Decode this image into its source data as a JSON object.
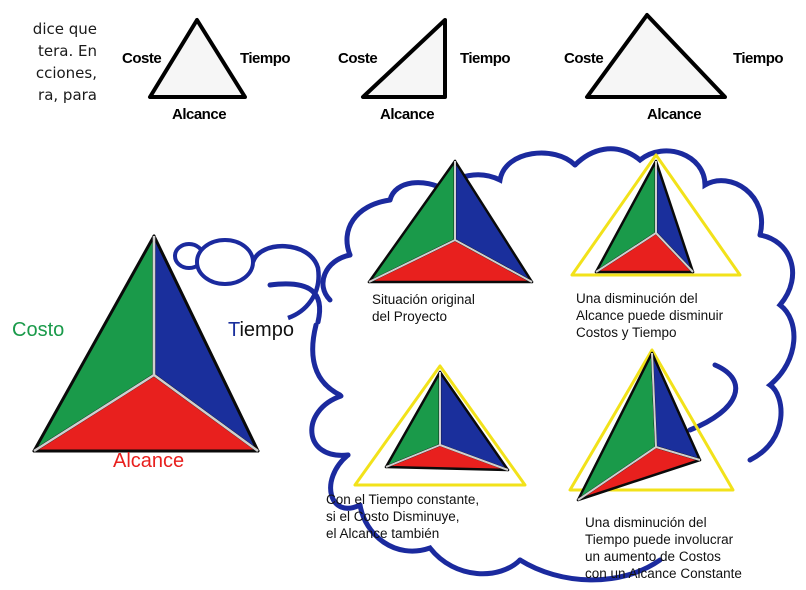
{
  "intro_lines": [
    "dice que",
    "tera. En",
    "cciones,",
    "ra, para"
  ],
  "top_triangles": [
    {
      "left": "Coste",
      "right": "Tiempo",
      "bottom": "Alcance"
    },
    {
      "left": "Coste",
      "right": "Tiempo",
      "bottom": "Alcance"
    },
    {
      "left": "Coste",
      "right": "Tiempo",
      "bottom": "Alcance"
    }
  ],
  "big_triangle": {
    "costo": "Costo",
    "tiempo_initial": "T",
    "tiempo_rest": "iempo",
    "alcance": "Alcance"
  },
  "scenarios": [
    {
      "caption": "Situación original\ndel Proyecto"
    },
    {
      "caption": "Una disminución del\nAlcance puede disminuir\nCostos y Tiempo"
    },
    {
      "caption": "Con el Tiempo constante,\nsi el Costo Disminuye,\nel Alcance también"
    },
    {
      "caption": "Una disminución del\nTiempo puede involucrar\nun aumento de Costos\ncon un Alcance Constante"
    }
  ],
  "colors": {
    "costo": "#1a9a4a",
    "tiempo": "#1a2f9c",
    "alcance": "#e8201e",
    "outline": "#f2e21a",
    "cloud": "#1b2a9e"
  }
}
